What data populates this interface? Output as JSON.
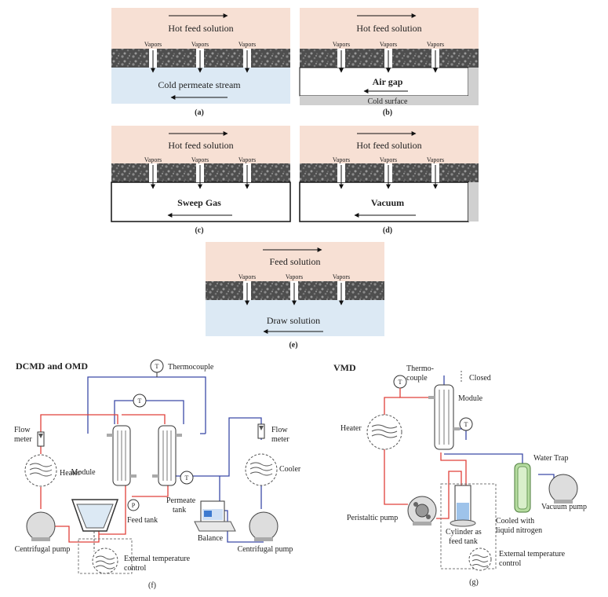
{
  "panels": {
    "a": {
      "feed": "Hot feed solution",
      "vapor": "Vapors",
      "bottom": "Cold permeate stream",
      "caption": "(a)"
    },
    "b": {
      "feed": "Hot feed solution",
      "vapor": "Vapors",
      "bottom": "Air gap",
      "surface": "Cold surface",
      "caption": "(b)"
    },
    "c": {
      "feed": "Hot feed solution",
      "vapor": "Vapors",
      "bottom": "Sweep Gas",
      "caption": "(c)"
    },
    "d": {
      "feed": "Hot feed solution",
      "vapor": "Vapors",
      "bottom": "Vacuum",
      "caption": "(d)"
    },
    "e": {
      "feed": "Feed solution",
      "vapor": "Vapors",
      "bottom": "Draw solution",
      "caption": "(e)"
    }
  },
  "f": {
    "title": "DCMD and OMD",
    "thermocouple": "Thermocouple",
    "t_symbol": "T",
    "p_symbol": "P",
    "flow_meter_1": "Flow",
    "flow_meter_2": "meter",
    "heater": "Heater",
    "cooler": "Cooler",
    "module": "Module",
    "centrifugal_pump": "Centrifugal pump",
    "feed_tank": "Feed tank",
    "permeate_1": "Permeate",
    "permeate_2": "tank",
    "balance": "Balance",
    "external_1": "External temperature",
    "external_2": "control",
    "caption": "(f)"
  },
  "g": {
    "title": "VMD",
    "thermo_1": "Thermo-",
    "thermo_2": "couple",
    "closed": "Closed",
    "module": "Module",
    "heater": "Heater",
    "water_trap": "Water Trap",
    "vacuum_pump": "Vacuum pump",
    "peristaltic": "Peristaltic pump",
    "cyl_1": "Cylinder as",
    "cyl_2": "feed tank",
    "cooled_1": "Cooled with",
    "cooled_2": "liquid nitrogen",
    "external_1": "External temperature",
    "external_2": "control",
    "caption": "(g)"
  },
  "colors": {
    "feed": "#f7e0d4",
    "permeate": "#dce9f4",
    "membrane": "#5a5a5a",
    "hot_line": "#e0403a",
    "cold_line": "#3c4ba8",
    "air_gray": "#d0d0d0",
    "trap_green": "#b6dca0"
  }
}
